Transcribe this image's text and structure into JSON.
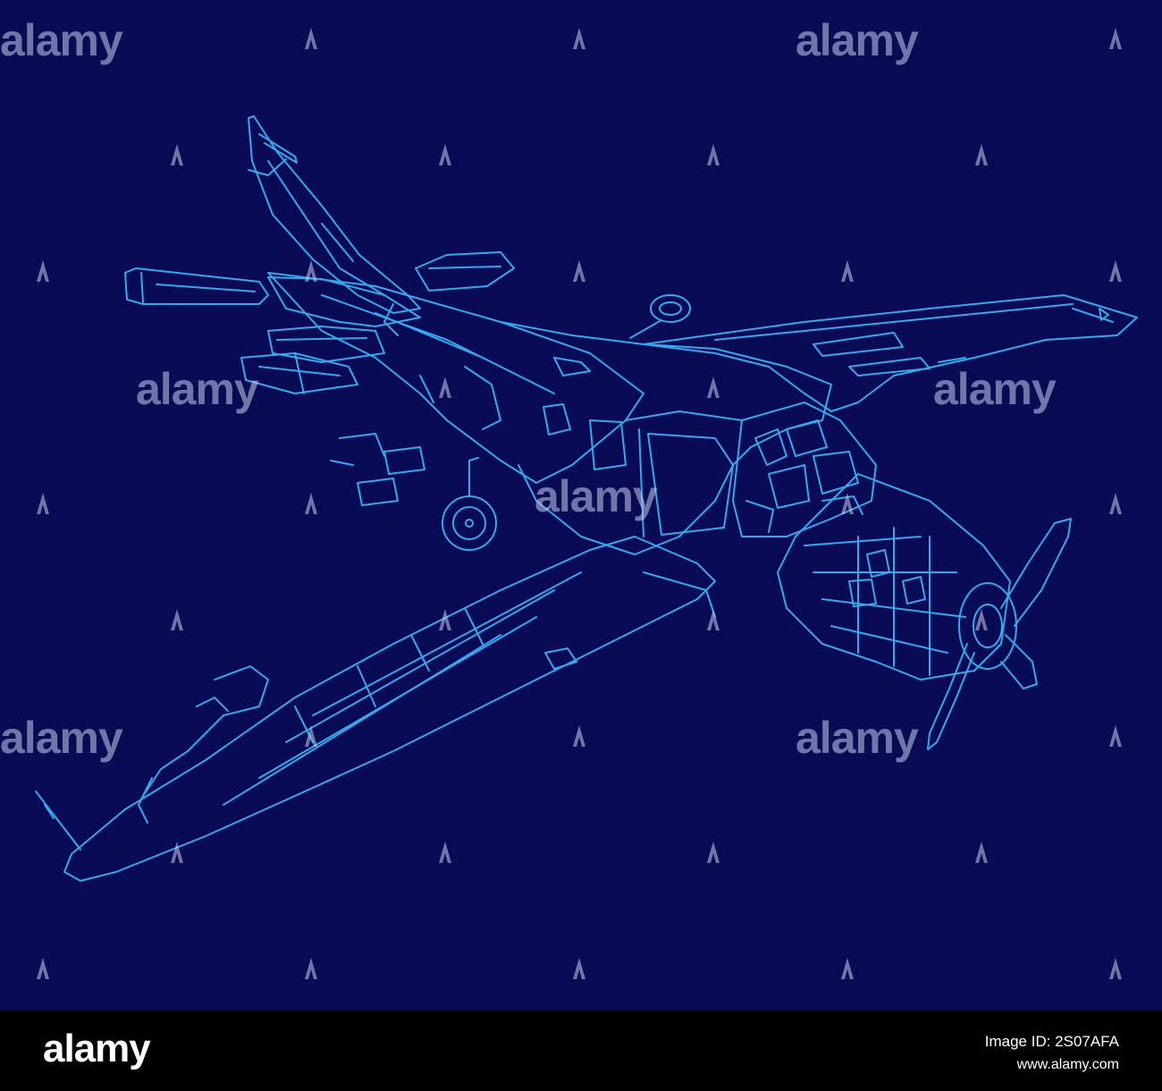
{
  "image": {
    "subject": "Aircraft wireframe",
    "line_color": "#35a8f0",
    "background_color": "#0a0b55"
  },
  "watermark": {
    "text": "alamy",
    "color": "#c8cdeb"
  },
  "footer": {
    "logo": "alamy",
    "image_id": "Image ID: 2S07AFA",
    "url": "www.alamy.com",
    "background_color": "#000000"
  }
}
